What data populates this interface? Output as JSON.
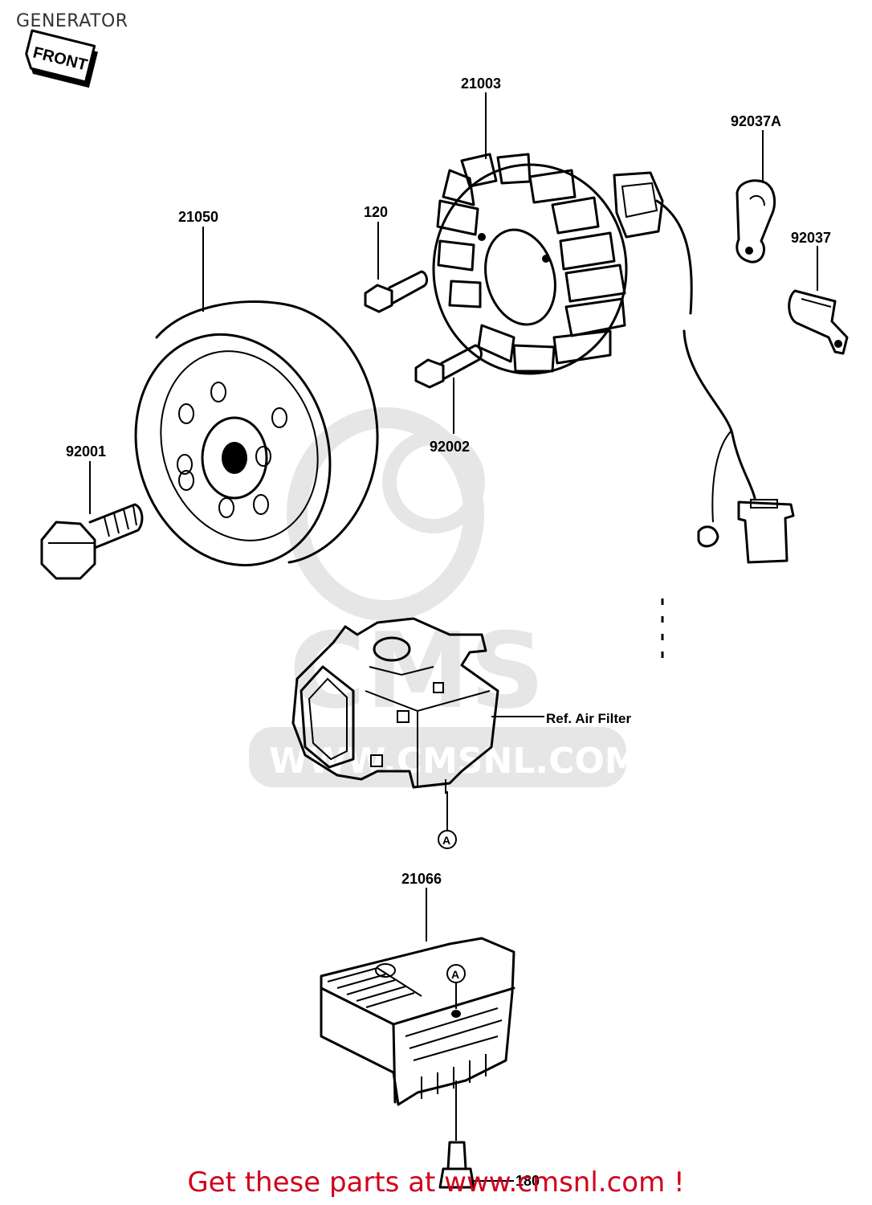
{
  "page": {
    "title": "GENERATOR"
  },
  "badge": {
    "front": "FRONT"
  },
  "callouts": {
    "stator": "21003",
    "rotor": "21050",
    "bolt_120": "120",
    "clamp_a": "92037A",
    "clamp": "92037",
    "rotor_bolt": "92001",
    "stator_bolt": "92002",
    "regulator": "21066",
    "reg_bolt": "180",
    "ref_air_filter": "Ref. Air Filter",
    "mark_a": "A"
  },
  "watermark": {
    "text": "WWW.CMSNL.COM",
    "logo": "CMS"
  },
  "banner": {
    "text": "Get these parts at www.cmsnl.com !"
  },
  "colors": {
    "banner": "#d0021b",
    "watermark": "#e6e6e6",
    "line": "#000000"
  }
}
